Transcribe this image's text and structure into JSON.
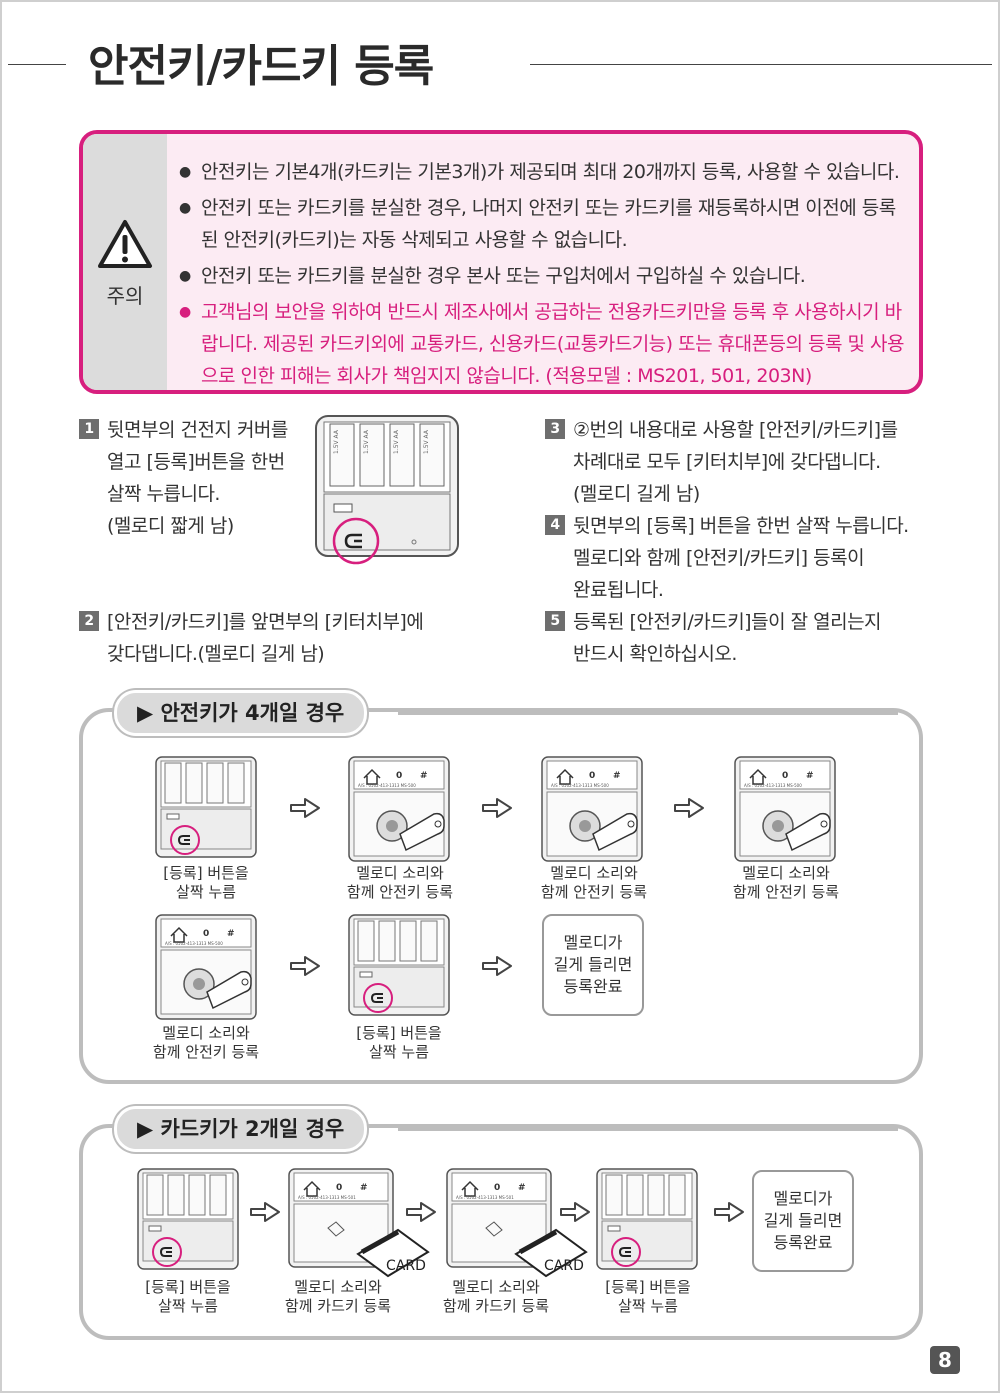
{
  "page_title": "안전키/카드키 등록",
  "caution": {
    "label": "주의",
    "items": [
      {
        "text": "안전키는 기본4개(카드키는 기본3개)가 제공되며 최대 20개까지 등록, 사용할 수 있습니다.",
        "highlight": false
      },
      {
        "text": "안전키 또는 카드키를 분실한 경우, 나머지 안전키 또는 카드키를 재등록하시면 이전에 등록된 안전키(카드키)는 자동 삭제되고 사용할 수 없습니다.",
        "highlight": false
      },
      {
        "text": "안전키 또는 카드키를 분실한 경우 본사 또는 구입처에서 구입하실 수 있습니다.",
        "highlight": false
      },
      {
        "text": "고객님의 보안을 위하여 반드시 제조사에서 공급하는 전용카드키만을 등록 후 사용하시기 바랍니다. 제공된 카드키외에 교통카드, 신용카드(교통카드기능) 또는 휴대폰등의 등록 및 사용으로 인한 피해는 회사가 책임지지 않습니다. (적용모델 : MS201, 501, 203N)",
        "highlight": true
      }
    ]
  },
  "steps": [
    {
      "num": "1",
      "text": "뒷면부의 건전지 커버를\n열고 [등록]버튼을 한번\n살짝 누릅니다.\n(멜로디 짧게 남)"
    },
    {
      "num": "2",
      "text": "[안전키/카드키]를 앞면부의 [키터치부]에\n갖다댑니다.(멜로디 길게 남)"
    },
    {
      "num": "3",
      "text": "②번의 내용대로 사용할 [안전키/카드키]를\n차례대로 모두 [키터치부]에 갖다댑니다.\n(멜로디 길게 남)"
    },
    {
      "num": "4",
      "text": "뒷면부의 [등록] 버튼을 한번 살짝 누릅니다.\n멜로디와 함께 [안전키/카드키] 등록이\n완료됩니다."
    },
    {
      "num": "5",
      "text": "등록된 [안전키/카드키]들이 잘 열리는지\n반드시 확인하십시오."
    }
  ],
  "section_key": {
    "title": "▶ 안전키가 4개일 경우",
    "captions": {
      "press": "[등록] 버튼을\n살짝 누름",
      "melody_key": "멜로디 소리와\n함께 안전키 등록",
      "done": "멜로디가\n길게 들리면\n등록완료"
    }
  },
  "section_card": {
    "title": "▶ 카드키가 2개일 경우",
    "captions": {
      "press": "[등록] 버튼을\n살짝 누름",
      "melody_card": "멜로디 소리와\n함께 카드키 등록",
      "done": "멜로디가\n길게 들리면\n등록완료"
    }
  },
  "device_labels": {
    "keypad_0": "0",
    "keypad_hash": "#",
    "as_text": "A/S : 0502-413-1313",
    "model_500": "MS-500",
    "model_501": "MS-501",
    "card_text": "CARD",
    "battery": "1.5V  AA"
  },
  "colors": {
    "accent_pink": "#d71f7e",
    "panel_pink": "#fcebf3",
    "border_gray": "#bdbdbd"
  },
  "page_number": "8"
}
